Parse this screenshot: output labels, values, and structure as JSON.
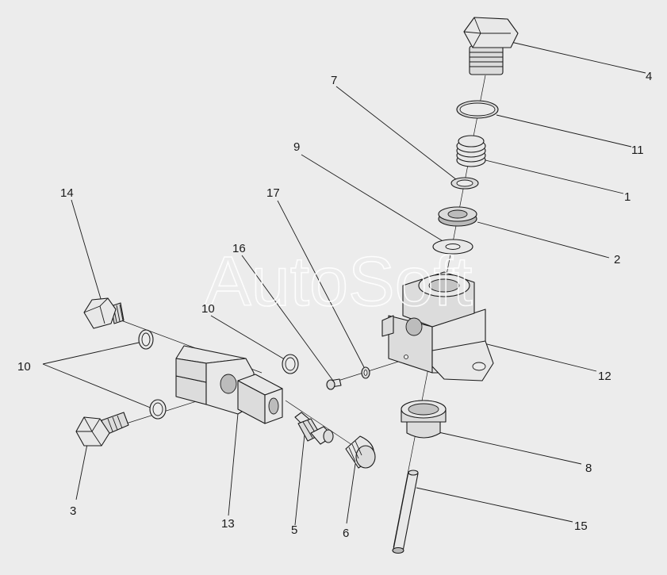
{
  "watermark": "AutoSoft",
  "callouts": [
    "4",
    "11",
    "7",
    "1",
    "9",
    "2",
    "17",
    "14",
    "16",
    "10",
    "10",
    "12",
    "10",
    "8",
    "3",
    "13",
    "5",
    "6",
    "15"
  ]
}
